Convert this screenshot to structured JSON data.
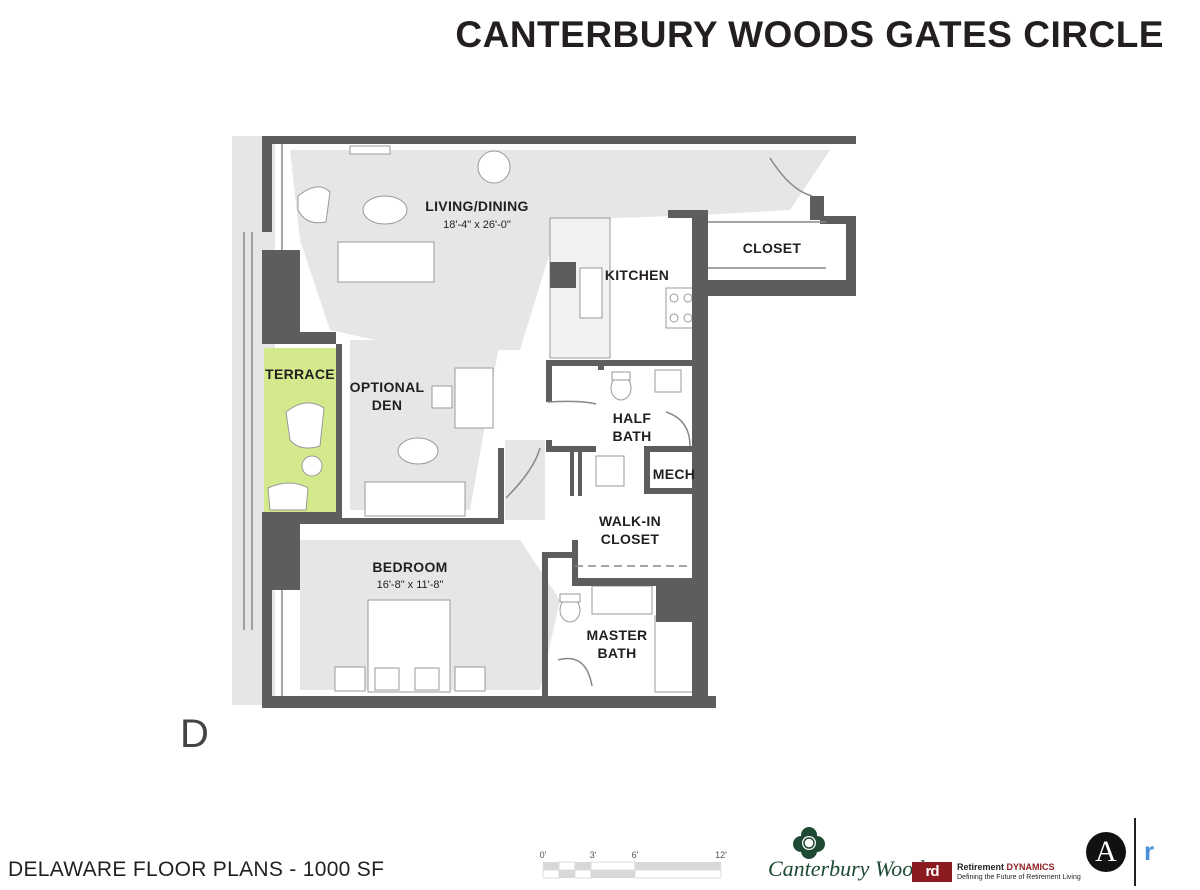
{
  "header": {
    "title": "CANTERBURY WOODS GATES CIRCLE"
  },
  "rooms": {
    "living": {
      "name": "LIVING/DINING",
      "dims": "18'-4\" x 26'-0\""
    },
    "closet": {
      "name": "CLOSET"
    },
    "kitchen": {
      "name": "KITCHEN"
    },
    "terrace": {
      "name": "TERRACE"
    },
    "den_line1": {
      "name": "OPTIONAL"
    },
    "den_line2": {
      "name": "DEN"
    },
    "halfbath_line1": {
      "name": "HALF"
    },
    "halfbath_line2": {
      "name": "BATH"
    },
    "mech": {
      "name": "MECH"
    },
    "walkin_line1": {
      "name": "WALK-IN"
    },
    "walkin_line2": {
      "name": "CLOSET"
    },
    "bedroom": {
      "name": "BEDROOM",
      "dims": "16'-8\" x 11'-8\""
    },
    "masterbath_line1": {
      "name": "MASTER"
    },
    "masterbath_line2": {
      "name": "BATH"
    }
  },
  "plan": {
    "unit_letter": "D",
    "terrace_color": "#d4e88c",
    "wall_color": "#5d5d5d"
  },
  "footer": {
    "plan_name": "DELAWARE FLOOR PLANS - 1000 SF",
    "scale_ticks": [
      "0'",
      "3'",
      "6'",
      "12'"
    ],
    "logo_canterbury": "Canterbury Woods",
    "logo_retirement": "Retirement",
    "logo_dynamics": "DYNAMICS",
    "logo_tagline": "Defining the Future of Retirement Living",
    "logo_a": "A",
    "logo_r": "r"
  }
}
